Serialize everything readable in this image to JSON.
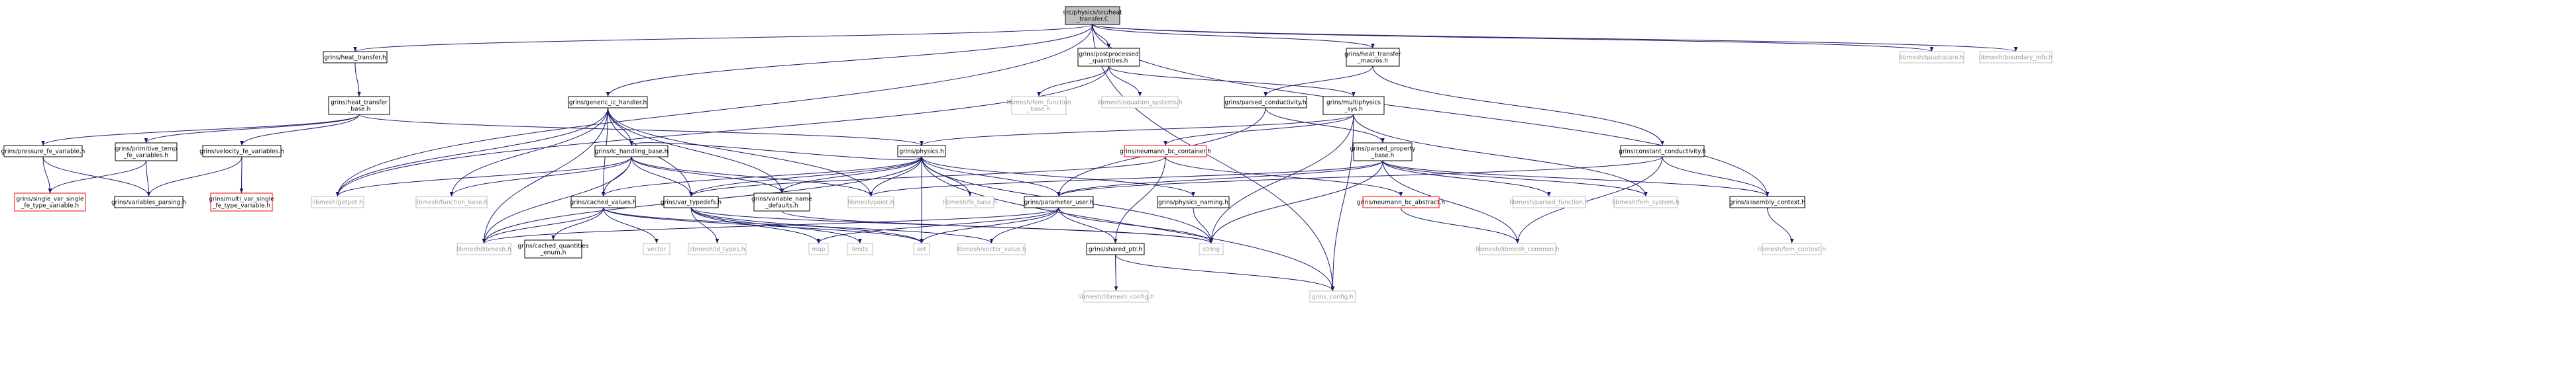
{
  "colors": {
    "edge": "#191970",
    "node_border_black": "#000000",
    "node_border_gray": "#bfbfbf",
    "node_border_red": "#ff0000",
    "root_fill": "#bfbfbf",
    "dim_text": "#9a9a9a"
  },
  "nodes": [
    {
      "id": "root",
      "lines": [
        "src/physics/src/heat",
        "_transfer.C"
      ],
      "style": "root"
    },
    {
      "id": "ht_h",
      "lines": [
        "grins/heat_transfer.h"
      ],
      "style": "normal"
    },
    {
      "id": "postproc",
      "lines": [
        "grins/postprocessed",
        "_quantities.h"
      ],
      "style": "normal"
    },
    {
      "id": "htm",
      "lines": [
        "grins/heat_transfer",
        "_macros.h"
      ],
      "style": "normal"
    },
    {
      "id": "quad",
      "lines": [
        "libmesh/quadrature.h"
      ],
      "style": "plain"
    },
    {
      "id": "binfo",
      "lines": [
        "libmesh/boundary_info.h"
      ],
      "style": "plain"
    },
    {
      "id": "htb",
      "lines": [
        "grins/heat_transfer",
        "_base.h"
      ],
      "style": "normal"
    },
    {
      "id": "femfb",
      "lines": [
        "libmesh/fem_function",
        "_base.h"
      ],
      "style": "plain"
    },
    {
      "id": "eqsys",
      "lines": [
        "libmesh/equation_systems.h"
      ],
      "style": "plain"
    },
    {
      "id": "gich",
      "lines": [
        "grins/generic_ic_handler.h"
      ],
      "style": "normal"
    },
    {
      "id": "pcond",
      "lines": [
        "grins/parsed_conductivity.h"
      ],
      "style": "normal"
    },
    {
      "id": "mps",
      "lines": [
        "grins/multiphysics",
        "_sys.h"
      ],
      "style": "normal"
    },
    {
      "id": "pfv",
      "lines": [
        "grins/pressure_fe_variable.h"
      ],
      "style": "normal"
    },
    {
      "id": "ptv",
      "lines": [
        "grins/primitive_temp",
        "_fe_variables.h"
      ],
      "style": "normal"
    },
    {
      "id": "vfv",
      "lines": [
        "grins/velocity_fe_variables.h"
      ],
      "style": "normal"
    },
    {
      "id": "phys",
      "lines": [
        "grins/physics.h"
      ],
      "style": "normal"
    },
    {
      "id": "nbc",
      "lines": [
        "grins/neumann_bc_container.h"
      ],
      "style": "red"
    },
    {
      "id": "ppb",
      "lines": [
        "grins/parsed_property",
        "_base.h"
      ],
      "style": "normal"
    },
    {
      "id": "cc",
      "lines": [
        "grins/constant_conductivity.h"
      ],
      "style": "normal"
    },
    {
      "id": "icb",
      "lines": [
        "grins/ic_handling_base.h"
      ],
      "style": "normal"
    },
    {
      "id": "svs",
      "lines": [
        "grins/single_var_single",
        "_fe_type_variable.h"
      ],
      "style": "red"
    },
    {
      "id": "vp",
      "lines": [
        "grins/variables_parsing.h"
      ],
      "style": "normal"
    },
    {
      "id": "mvs",
      "lines": [
        "grins/multi_var_single",
        "_fe_type_variable.h"
      ],
      "style": "red"
    },
    {
      "id": "getpot",
      "lines": [
        "libmesh/getpot.h"
      ],
      "style": "plain"
    },
    {
      "id": "funcb",
      "lines": [
        "libmesh/function_base.h"
      ],
      "style": "plain"
    },
    {
      "id": "cv",
      "lines": [
        "grins/cached_values.h"
      ],
      "style": "normal"
    },
    {
      "id": "vt",
      "lines": [
        "grins/var_typedefs.h"
      ],
      "style": "normal"
    },
    {
      "id": "vnd",
      "lines": [
        "grins/variable_name",
        "_defaults.h"
      ],
      "style": "normal"
    },
    {
      "id": "point",
      "lines": [
        "libmesh/point.h"
      ],
      "style": "plain"
    },
    {
      "id": "feb",
      "lines": [
        "libmesh/fe_base.h"
      ],
      "style": "plain"
    },
    {
      "id": "pu",
      "lines": [
        "grins/parameter_user.h"
      ],
      "style": "normal"
    },
    {
      "id": "pn",
      "lines": [
        "grins/physics_naming.h"
      ],
      "style": "normal"
    },
    {
      "id": "nbca",
      "lines": [
        "grins/neumann_bc_abstract.h"
      ],
      "style": "red"
    },
    {
      "id": "pfun",
      "lines": [
        "libmesh/parsed_function.h"
      ],
      "style": "plain"
    },
    {
      "id": "femsys",
      "lines": [
        "libmesh/fem_system.h"
      ],
      "style": "plain"
    },
    {
      "id": "ac",
      "lines": [
        "grins/assembly_context.h"
      ],
      "style": "normal"
    },
    {
      "id": "libmesh",
      "lines": [
        "libmesh/libmesh.h"
      ],
      "style": "plain"
    },
    {
      "id": "cqe",
      "lines": [
        "grins/cached_quantities",
        "_enum.h"
      ],
      "style": "normal"
    },
    {
      "id": "vector",
      "lines": [
        "vector"
      ],
      "style": "plain"
    },
    {
      "id": "idt",
      "lines": [
        "libmesh/id_types.h"
      ],
      "style": "plain"
    },
    {
      "id": "map",
      "lines": [
        "map"
      ],
      "style": "plain"
    },
    {
      "id": "limits",
      "lines": [
        "limits"
      ],
      "style": "plain"
    },
    {
      "id": "set",
      "lines": [
        "set"
      ],
      "style": "plain"
    },
    {
      "id": "vval",
      "lines": [
        "libmesh/vector_value.h"
      ],
      "style": "plain"
    },
    {
      "id": "sptr",
      "lines": [
        "grins/shared_ptr.h"
      ],
      "style": "normal"
    },
    {
      "id": "string",
      "lines": [
        "string"
      ],
      "style": "plain"
    },
    {
      "id": "lmc",
      "lines": [
        "libmesh/libmesh_common.h"
      ],
      "style": "plain"
    },
    {
      "id": "femctx",
      "lines": [
        "libmesh/fem_context.h"
      ],
      "style": "plain"
    },
    {
      "id": "lcfg",
      "lines": [
        "libmesh/libmesh_config.h"
      ],
      "style": "plain"
    },
    {
      "id": "gcfg",
      "lines": [
        "grins_config.h"
      ],
      "style": "plain"
    }
  ],
  "edges": [
    [
      "root",
      "ht_h"
    ],
    [
      "root",
      "postproc"
    ],
    [
      "root",
      "htm"
    ],
    [
      "root",
      "quad"
    ],
    [
      "root",
      "binfo"
    ],
    [
      "root",
      "gich"
    ],
    [
      "root",
      "getpot"
    ],
    [
      "root",
      "ac"
    ],
    [
      "root",
      "gcfg"
    ],
    [
      "ht_h",
      "htb"
    ],
    [
      "htb",
      "pfv"
    ],
    [
      "htb",
      "ptv"
    ],
    [
      "htb",
      "vfv"
    ],
    [
      "htb",
      "phys"
    ],
    [
      "postproc",
      "femfb"
    ],
    [
      "postproc",
      "eqsys"
    ],
    [
      "postproc",
      "mps"
    ],
    [
      "postproc",
      "getpot"
    ],
    [
      "htm",
      "pcond"
    ],
    [
      "htm",
      "cc"
    ],
    [
      "gich",
      "icb"
    ],
    [
      "gich",
      "cv"
    ],
    [
      "gich",
      "vt"
    ],
    [
      "gich",
      "vnd"
    ],
    [
      "gich",
      "point"
    ],
    [
      "gich",
      "getpot"
    ],
    [
      "gich",
      "libmesh"
    ],
    [
      "gich",
      "funcb"
    ],
    [
      "pcond",
      "ppb"
    ],
    [
      "pcond",
      "pu"
    ],
    [
      "mps",
      "phys"
    ],
    [
      "mps",
      "nbc"
    ],
    [
      "mps",
      "femsys"
    ],
    [
      "mps",
      "string"
    ],
    [
      "mps",
      "gcfg"
    ],
    [
      "pfv",
      "svs"
    ],
    [
      "pfv",
      "vp"
    ],
    [
      "ptv",
      "svs"
    ],
    [
      "ptv",
      "vp"
    ],
    [
      "vfv",
      "mvs"
    ],
    [
      "vfv",
      "vp"
    ],
    [
      "phys",
      "icb"
    ],
    [
      "phys",
      "cv"
    ],
    [
      "phys",
      "vt"
    ],
    [
      "phys",
      "vnd"
    ],
    [
      "phys",
      "point"
    ],
    [
      "phys",
      "feb"
    ],
    [
      "phys",
      "pu"
    ],
    [
      "phys",
      "pn"
    ],
    [
      "phys",
      "libmesh"
    ],
    [
      "phys",
      "set"
    ],
    [
      "phys",
      "string"
    ],
    [
      "phys",
      "gcfg"
    ],
    [
      "nbc",
      "nbca"
    ],
    [
      "nbc",
      "sptr"
    ],
    [
      "nbc",
      "vt"
    ],
    [
      "ppb",
      "pu"
    ],
    [
      "ppb",
      "pfun"
    ],
    [
      "ppb",
      "femsys"
    ],
    [
      "ppb",
      "ac"
    ],
    [
      "ppb",
      "point"
    ],
    [
      "ppb",
      "string"
    ],
    [
      "ppb",
      "lmc"
    ],
    [
      "cc",
      "pu"
    ],
    [
      "cc",
      "ac"
    ],
    [
      "cc",
      "lmc"
    ],
    [
      "icb",
      "cv"
    ],
    [
      "icb",
      "vt"
    ],
    [
      "icb",
      "vnd"
    ],
    [
      "icb",
      "point"
    ],
    [
      "icb",
      "getpot"
    ],
    [
      "icb",
      "funcb"
    ],
    [
      "icb",
      "libmesh"
    ],
    [
      "cv",
      "cqe"
    ],
    [
      "cv",
      "vector"
    ],
    [
      "cv",
      "vval"
    ],
    [
      "cv",
      "libmesh"
    ],
    [
      "cv",
      "set"
    ],
    [
      "vt",
      "idt"
    ],
    [
      "vt",
      "map"
    ],
    [
      "vt",
      "limits"
    ],
    [
      "vt",
      "string"
    ],
    [
      "vt",
      "set"
    ],
    [
      "vnd",
      "string"
    ],
    [
      "pu",
      "set"
    ],
    [
      "pu",
      "string"
    ],
    [
      "pu",
      "map"
    ],
    [
      "pu",
      "vval"
    ],
    [
      "pu",
      "sptr"
    ],
    [
      "pu",
      "libmesh"
    ],
    [
      "pn",
      "string"
    ],
    [
      "nbca",
      "lmc"
    ],
    [
      "ac",
      "femctx"
    ],
    [
      "sptr",
      "lcfg"
    ],
    [
      "sptr",
      "gcfg"
    ]
  ]
}
